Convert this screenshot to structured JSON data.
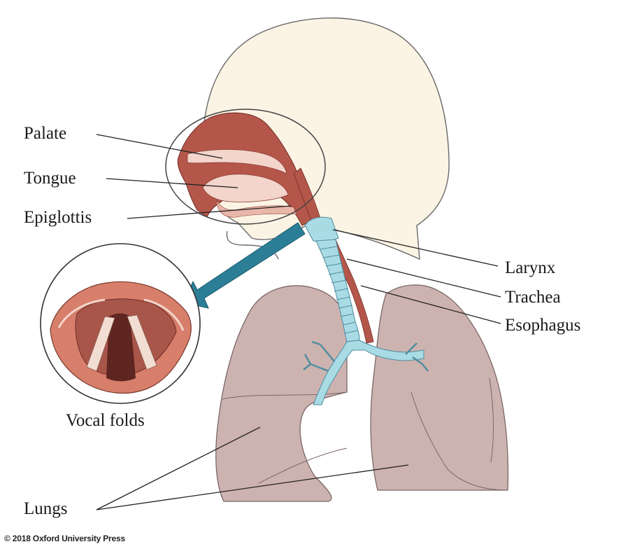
{
  "labels": {
    "palate": "Palate",
    "tongue": "Tongue",
    "epiglottis": "Epiglottis",
    "larynx": "Larynx",
    "trachea": "Trachea",
    "esophagus": "Esophagus",
    "vocal_folds": "Vocal folds",
    "lungs": "Lungs"
  },
  "copyright": "© 2018 Oxford University Press",
  "colors": {
    "head_skin": "#fbf3e4",
    "outline": "#6a6a6a",
    "mouth_tissue": "#b5564a",
    "mouth_light": "#f3d5cb",
    "airway": "#a9dbe5",
    "airway_dark": "#4f8ea0",
    "lungs": "#cdb3b0",
    "lungs_outline": "#7a6766",
    "arrow": "#2c7e96",
    "leader_line": "#222222"
  }
}
